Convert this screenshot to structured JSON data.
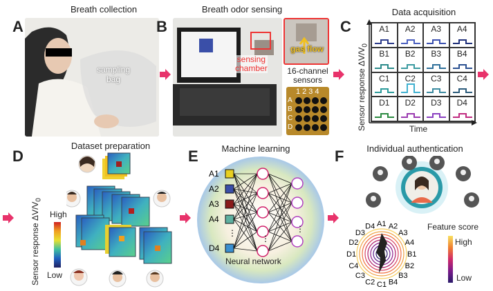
{
  "panels": {
    "a": {
      "letter": "A",
      "title": "Breath collection",
      "bag_label_1": "sampling",
      "bag_label_2": "bag"
    },
    "b": {
      "letter": "B",
      "title": "Breath odor sensing",
      "chamber_label_1": "sensing",
      "chamber_label_2": "chamber",
      "flow_label": "gas flow",
      "sensors_label_1": "16-channel",
      "sensors_label_2": "sensors",
      "sensor_cols": "1234",
      "sensor_rows": [
        "A",
        "B",
        "C",
        "D"
      ]
    },
    "c": {
      "letter": "C",
      "title": "Data acquisition",
      "ylabel": "Sensor response ΔV/V",
      "ylabel_sub": "0",
      "xlabel": "Time",
      "cells": [
        "A1",
        "A2",
        "A3",
        "A4",
        "B1",
        "B2",
        "B3",
        "B4",
        "C1",
        "C2",
        "C3",
        "C4",
        "D1",
        "D2",
        "D3",
        "D4"
      ],
      "cell_colors": [
        "#2a3a8a",
        "#4a5fc0",
        "#3a50b0",
        "#1e2f7a",
        "#2a8a8a",
        "#3a9aa0",
        "#2d6f9a",
        "#2a5090",
        "#2a9a9a",
        "#3fb0d0",
        "#3a8aa0",
        "#2a5a7a",
        "#2a8a40",
        "#9a3ab0",
        "#8a40c0",
        "#c02a80"
      ]
    },
    "d": {
      "letter": "D",
      "title": "Dataset preparation",
      "ylabel": "Sensor response ΔV/V",
      "ylabel_sub": "0",
      "scale_high": "High",
      "scale_low": "Low"
    },
    "e": {
      "letter": "E",
      "title": "Machine learning",
      "inputs": [
        "A1",
        "A2",
        "A3",
        "A4",
        "D4"
      ],
      "input_colors": [
        "#e8d020",
        "#3a4fa8",
        "#8a1a1a",
        "#5fb0a0",
        "#3a8fd0"
      ],
      "ellipsis": "⋮",
      "caption": "Neural network"
    },
    "f": {
      "letter": "F",
      "title": "Individual authentication",
      "score_label": "Feature score",
      "scale_high": "High",
      "scale_low": "Low",
      "radar_labels": [
        "A1",
        "A2",
        "A3",
        "A4",
        "B1",
        "B2",
        "B3",
        "B4",
        "C1",
        "C2",
        "C3",
        "C4",
        "D1",
        "D2",
        "D3",
        "D4"
      ]
    }
  },
  "colors": {
    "arrow": "#e8336b",
    "grid_line": "#333333"
  }
}
